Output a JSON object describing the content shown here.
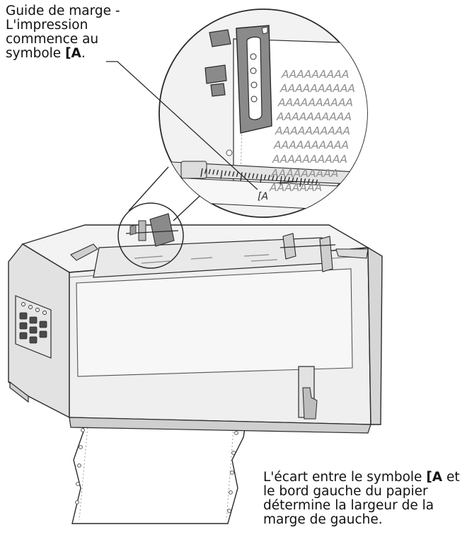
{
  "callouts": {
    "margin_guide": {
      "line1": "Guide de marge -",
      "line2": "L'impression",
      "line3": "commence au",
      "line4_prefix": "symbole ",
      "symbol": "[A",
      "line4_suffix": "."
    },
    "margin_width": {
      "line1_prefix": "L'écart entre le symbole ",
      "symbol": "[A",
      "line1_suffix": " et",
      "line2": "le bord gauche du papier",
      "line3": "détermine la largeur de la",
      "line4": "marge de gauche."
    }
  },
  "zoom": {
    "printed_sample_rows": [
      "AAAAAAAAA",
      "AAAAAAAAAA",
      "AAAAAAAAAA",
      "AAAAAAAAAA",
      "AAAAAAAAAA",
      "AAAAAAAAAA",
      "AAAAAAAAAA",
      "AAAAAAAAA",
      "AAAAAAA"
    ],
    "scale_marker": "[A"
  },
  "colors": {
    "outline": "#2a2a2a",
    "printer_body": "#eeeeee",
    "printer_shadow": "#c9c9c9",
    "dark_part": "#8a8a8a",
    "paper": "#ffffff",
    "sample_text": "#909090"
  }
}
